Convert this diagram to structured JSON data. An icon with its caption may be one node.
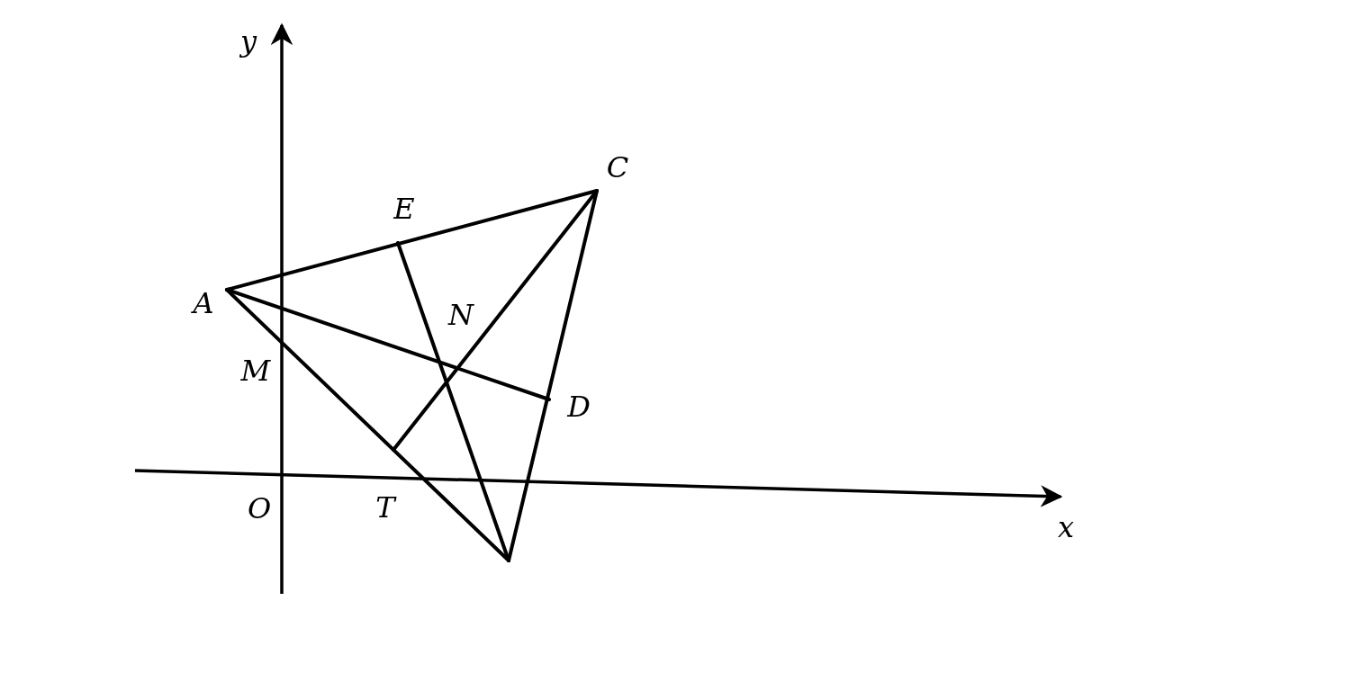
{
  "diagram": {
    "labels": [
      "y",
      "C",
      "E",
      "A",
      "N",
      "M",
      "D",
      "O",
      "T",
      "x"
    ]
  }
}
